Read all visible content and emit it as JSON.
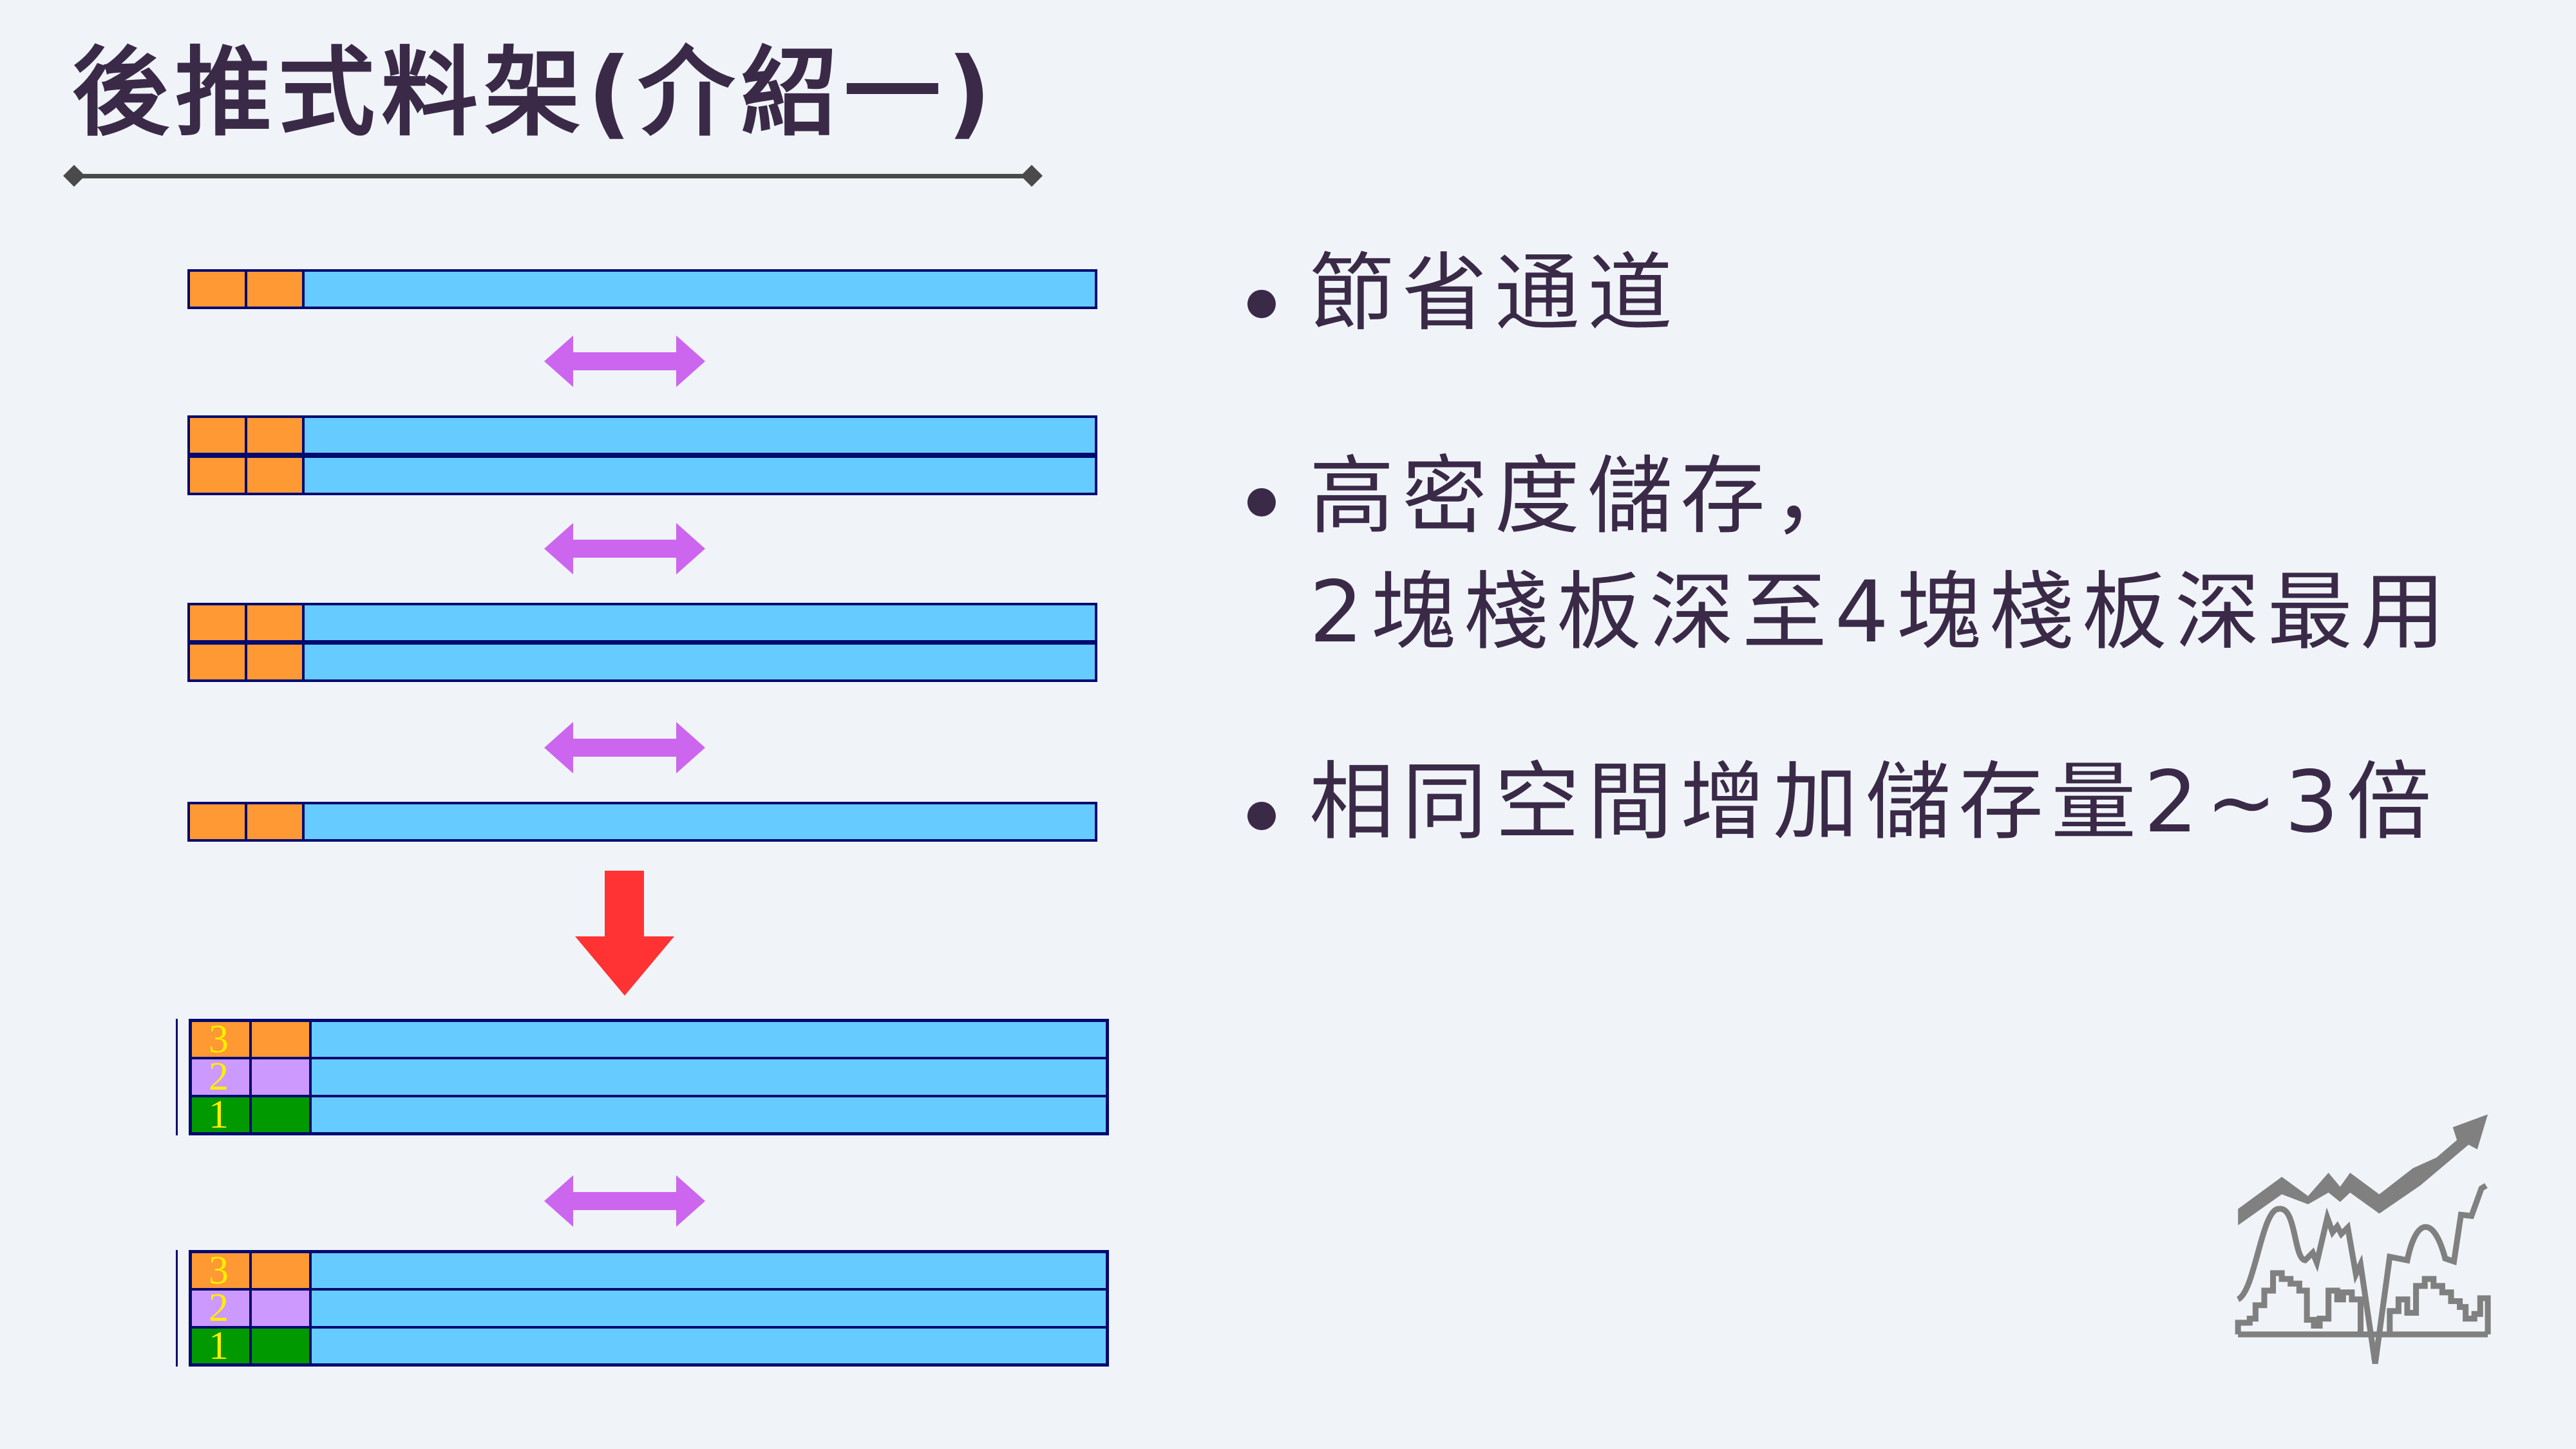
{
  "slide": {
    "title": "後推式料架(介紹一)",
    "bullets": [
      {
        "lines": [
          "節省通道"
        ]
      },
      {
        "lines": [
          "高密度儲存，",
          "2塊棧板深至4塊棧板深最用"
        ]
      },
      {
        "lines": [
          "相同空間增加儲存量2~3倍"
        ]
      }
    ],
    "stack_labels": [
      "3",
      "2",
      "1"
    ],
    "colors": {
      "pallet": "#ff9933",
      "lane": "#66ccff",
      "border": "#000a70",
      "double_arrow": "#cc66ee",
      "down_arrow": "#ff3333",
      "level2": "#cc99ff",
      "level1": "#009900"
    },
    "logo_icon": "stock-chart-rising-icon"
  }
}
